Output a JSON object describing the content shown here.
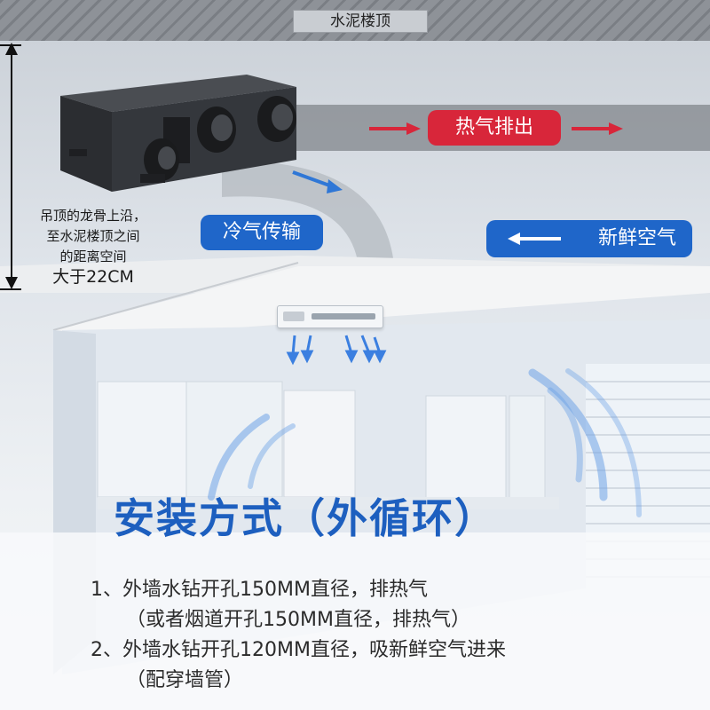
{
  "slab": {
    "label": "水泥楼顶"
  },
  "dimension": {
    "line1": "吊顶的龙骨上沿，",
    "line2": "至水泥楼顶之间",
    "line3": "的距离空间",
    "value": "大于22CM"
  },
  "labels": {
    "hot_exhaust": "热气排出",
    "cold_transfer": "冷气传输",
    "fresh_air": "新鲜空气"
  },
  "headline": "安装方式（外循环）",
  "steps": [
    "1、外墙水钻开孔150MM直径，排热气",
    "（或者烟道开孔150MM直径，排热气）",
    "2、外墙水钻开孔120MM直径，吸新鲜空气进来",
    "（配穿墙管）"
  ],
  "colors": {
    "hot": "#d8263a",
    "cold": "#1f66c9",
    "headline": "#1d5fbf"
  }
}
